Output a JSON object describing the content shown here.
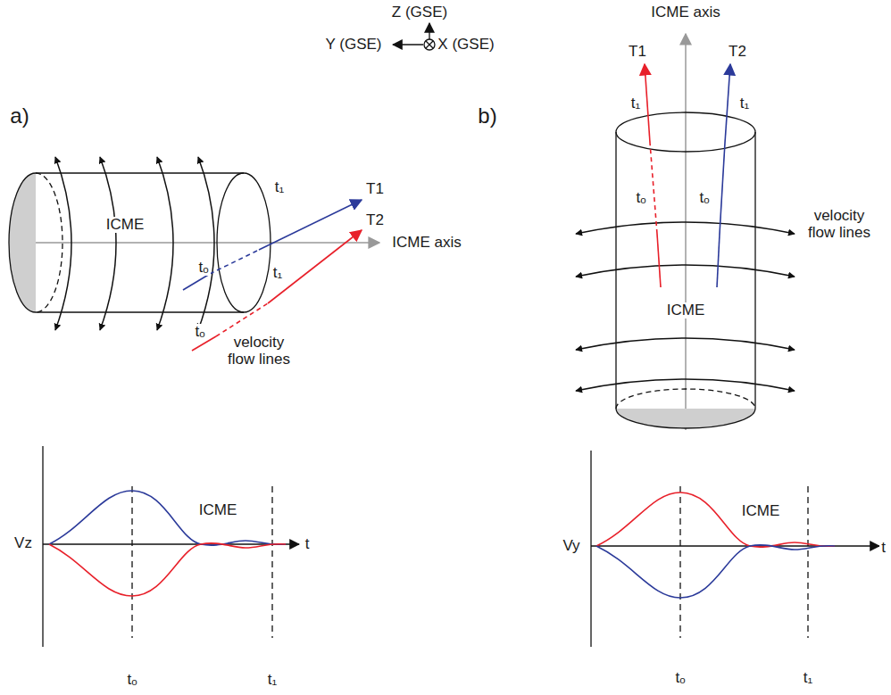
{
  "diagram": {
    "labels": [
      "Z (GSE)",
      "Y (GSE)",
      "X (GSE)",
      "a)",
      "b)",
      "ICME",
      "ICME axis",
      "T1",
      "T2",
      "t₁",
      "tₒ",
      "t₁",
      "tₒ",
      "velocity flow lines",
      "ICME",
      "Vz",
      "t",
      "tₒ",
      "t₁",
      "ICME axis",
      "T1",
      "T2",
      "t₁",
      "t₁",
      "tₒ",
      "tₒ",
      "velocity flow lines",
      "ICME",
      "ICME",
      "Vy",
      "t",
      "tₒ",
      "t₁"
    ]
  }
}
